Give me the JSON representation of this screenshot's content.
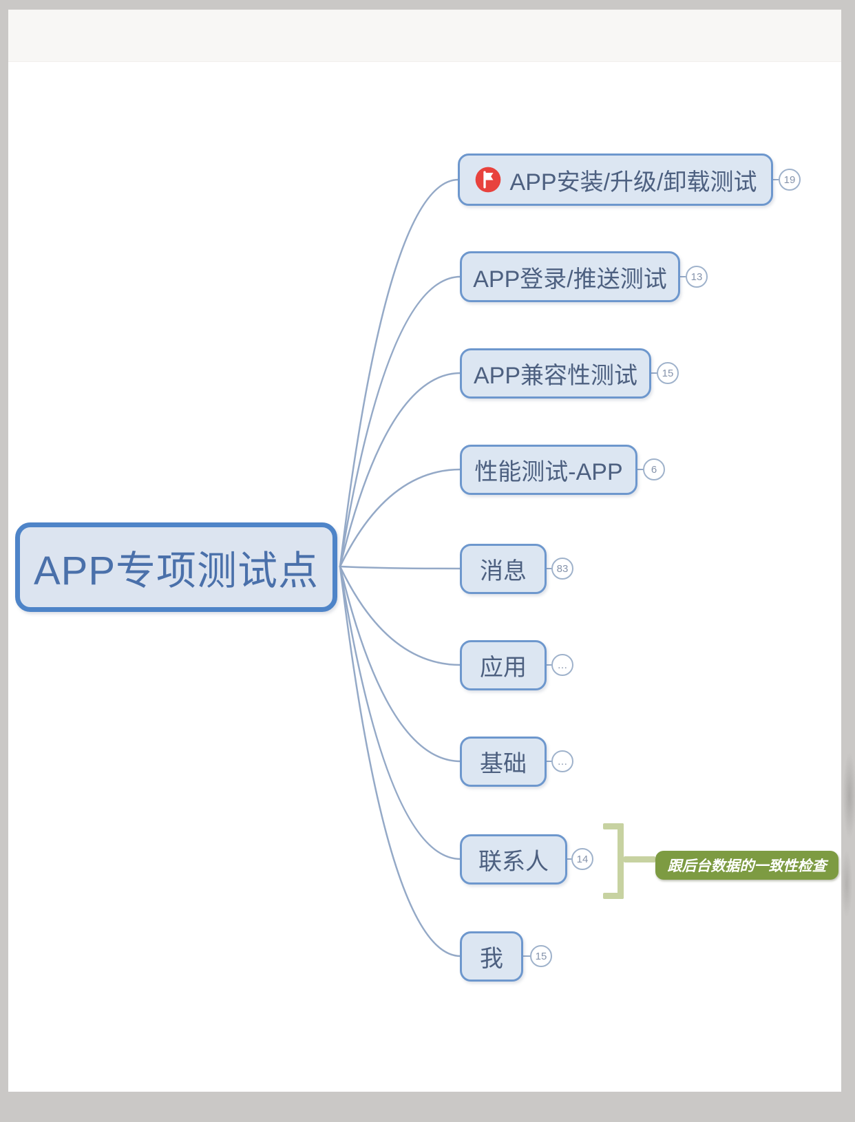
{
  "root": {
    "label": "APP专项测试点"
  },
  "branches": [
    {
      "label": "APP安装/升级/卸载测试",
      "badge": "19",
      "marker": "red-flag"
    },
    {
      "label": "APP登录/推送测试",
      "badge": "13"
    },
    {
      "label": "APP兼容性测试",
      "badge": "15"
    },
    {
      "label": "性能测试-APP",
      "badge": "6"
    },
    {
      "label": "消息",
      "badge": "83"
    },
    {
      "label": "应用",
      "badge": "…"
    },
    {
      "label": "基础",
      "badge": "…"
    },
    {
      "label": "联系人",
      "badge": "14"
    },
    {
      "label": "我",
      "badge": "15"
    }
  ],
  "summary": {
    "label": "跟后台数据的一致性检查",
    "attached_to": "联系人"
  },
  "colors": {
    "outer_background": "#cac8c6",
    "page_background": "#ffffff",
    "root_border": "#4e84c8",
    "root_fill": "#dce4f0",
    "root_text": "#4a70aa",
    "branch_border": "#6d97cd",
    "branch_fill": "#dce6f2",
    "branch_text": "#4d6080",
    "connector": "#94a9c7",
    "badge_border": "#9fb2cb",
    "badge_text": "#8593ab",
    "summary_fill": "#7d9b42",
    "summary_bracket": "#c7d2a1",
    "marker_red": "#e8423d"
  }
}
